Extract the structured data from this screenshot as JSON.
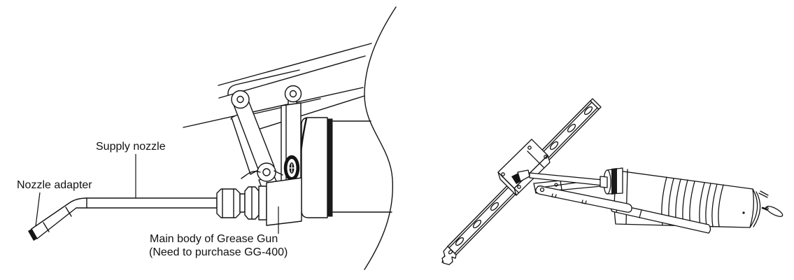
{
  "canvas": {
    "background": "#ffffff",
    "line_color": "#141414"
  },
  "figure_left": {
    "name": "grease-gun-mounted-on-machine",
    "labels": {
      "supply_nozzle": "Supply nozzle",
      "nozzle_adapter": "Nozzle adapter",
      "main_body_line1": "Main body of Grease Gun",
      "main_body_line2": "(Need to purchase  GG-400)"
    }
  },
  "figure_right": {
    "name": "grease-gun-applied-to-linear-guide-rail"
  }
}
